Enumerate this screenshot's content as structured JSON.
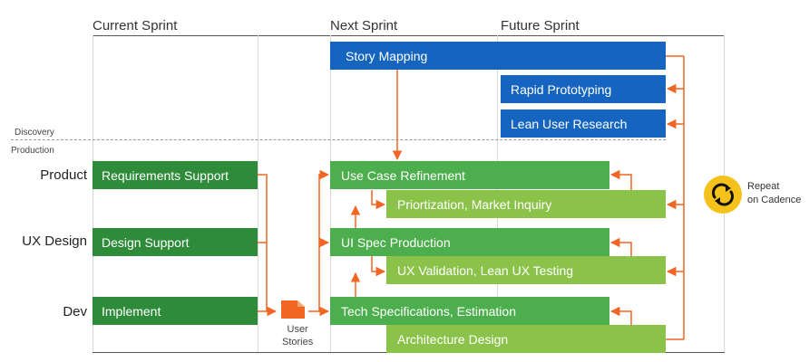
{
  "columns": [
    "Current Sprint",
    "Next Sprint",
    "Future Sprint"
  ],
  "phases": {
    "discovery": "Discovery",
    "production": "Production"
  },
  "rows": [
    "Product",
    "UX Design",
    "Dev"
  ],
  "tasks": {
    "story_mapping": "Story Mapping",
    "rapid_prototyping": "Rapid Prototyping",
    "lean_user_research": "Lean User Research",
    "requirements_support": "Requirements Support",
    "design_support": "Design Support",
    "implement": "Implement",
    "use_case_refinement": "Use Case Refinement",
    "prioritization": "Priortization, Market Inquiry",
    "ui_spec_production": "UI Spec Production",
    "ux_validation": "UX Validation, Lean UX Testing",
    "tech_specifications": "Tech Specifications, Estimation",
    "architecture_design": "Architecture Design"
  },
  "user_stories": [
    "User",
    "Stories"
  ],
  "repeat": [
    "Repeat",
    "on Cadence"
  ],
  "icons": {
    "document": "document-icon",
    "repeat": "refresh-cycle-icon"
  },
  "colors": {
    "discovery_task": "#1565c0",
    "dark_green_task": "#2e8b3a",
    "medium_green_task": "#4cae4c",
    "light_green_task": "#8bc34a",
    "connector": "#f26522",
    "repeat_badge": "#f5c21b"
  }
}
